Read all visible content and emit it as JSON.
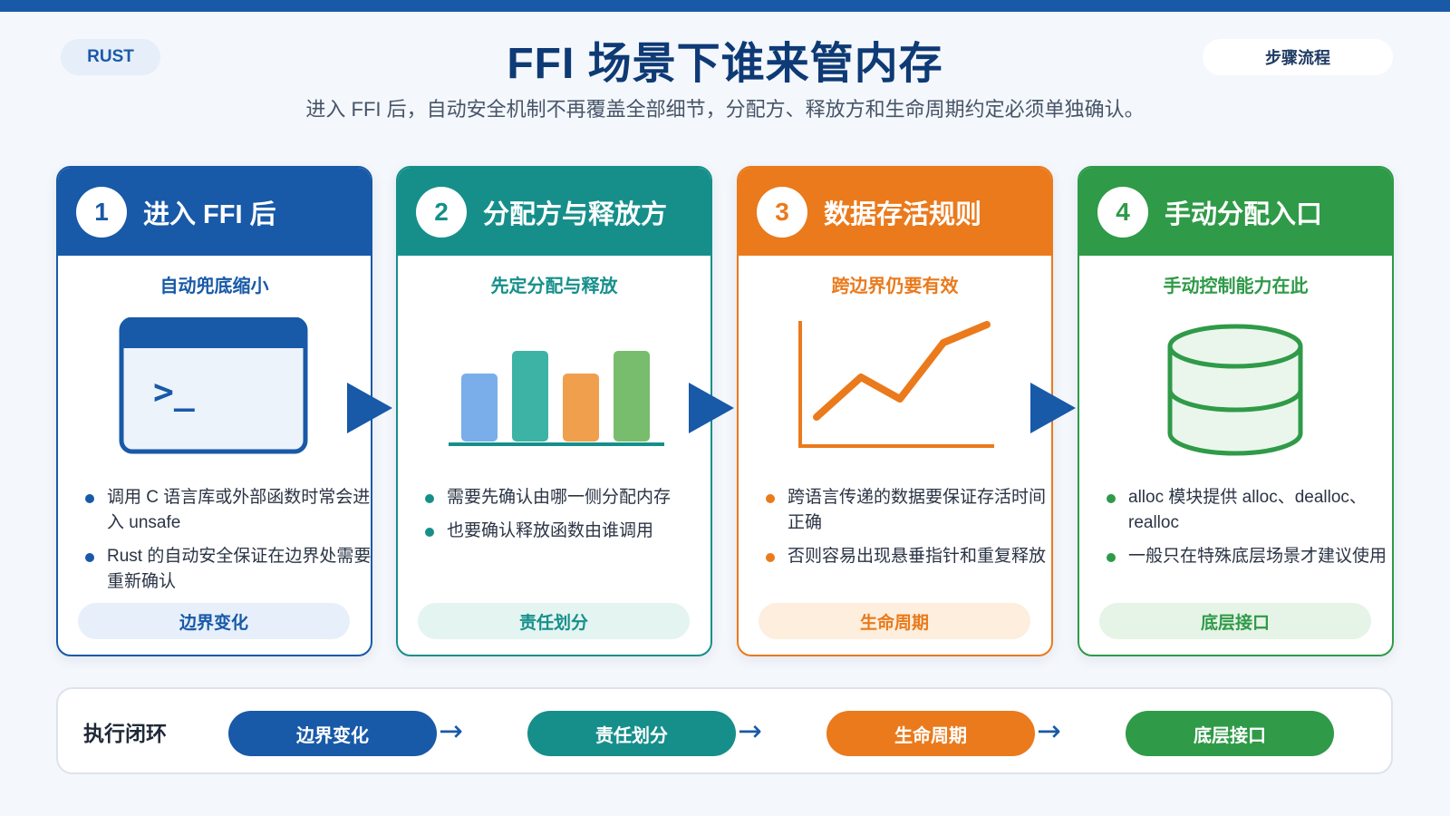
{
  "header": {
    "tag": "RUST",
    "title": "FFI 场景下谁来管内存",
    "subtitle": "进入 FFI 后，自动安全机制不再覆盖全部细节，分配方、释放方和生命周期约定必须单独确认。",
    "steps_label": "步骤流程"
  },
  "colors": {
    "blue": "#1859a8",
    "teal": "#168f8b",
    "orange": "#ea7a1c",
    "green": "#2f9a48"
  },
  "cards": [
    {
      "number": "1",
      "title": "进入 FFI 后",
      "subtitle": "自动兜底缩小",
      "icon": "terminal-window-icon",
      "bullets": [
        "调用 C 语言库或外部函数时常会进入 unsafe",
        "Rust 的自动安全保证在边界处需要重新确认"
      ],
      "tag": "边界变化"
    },
    {
      "number": "2",
      "title": "分配方与释放方",
      "subtitle": "先定分配与释放",
      "icon": "bar-chart-icon",
      "bullets": [
        "需要先确认由哪一侧分配内存",
        "也要确认释放函数由谁调用"
      ],
      "tag": "责任划分"
    },
    {
      "number": "3",
      "title": "数据存活规则",
      "subtitle": "跨边界仍要有效",
      "icon": "line-chart-icon",
      "bullets": [
        "跨语言传递的数据要保证存活时间正确",
        "否则容易出现悬垂指针和重复释放"
      ],
      "tag": "生命周期"
    },
    {
      "number": "4",
      "title": "手动分配入口",
      "subtitle": "手动控制能力在此",
      "icon": "database-icon",
      "bullets": [
        "alloc 模块提供 alloc、dealloc、realloc",
        "一般只在特殊底层场景才建议使用"
      ],
      "tag": "底层接口"
    }
  ],
  "loop": {
    "label": "执行闭环",
    "items": [
      "边界变化",
      "责任划分",
      "生命周期",
      "底层接口"
    ]
  }
}
